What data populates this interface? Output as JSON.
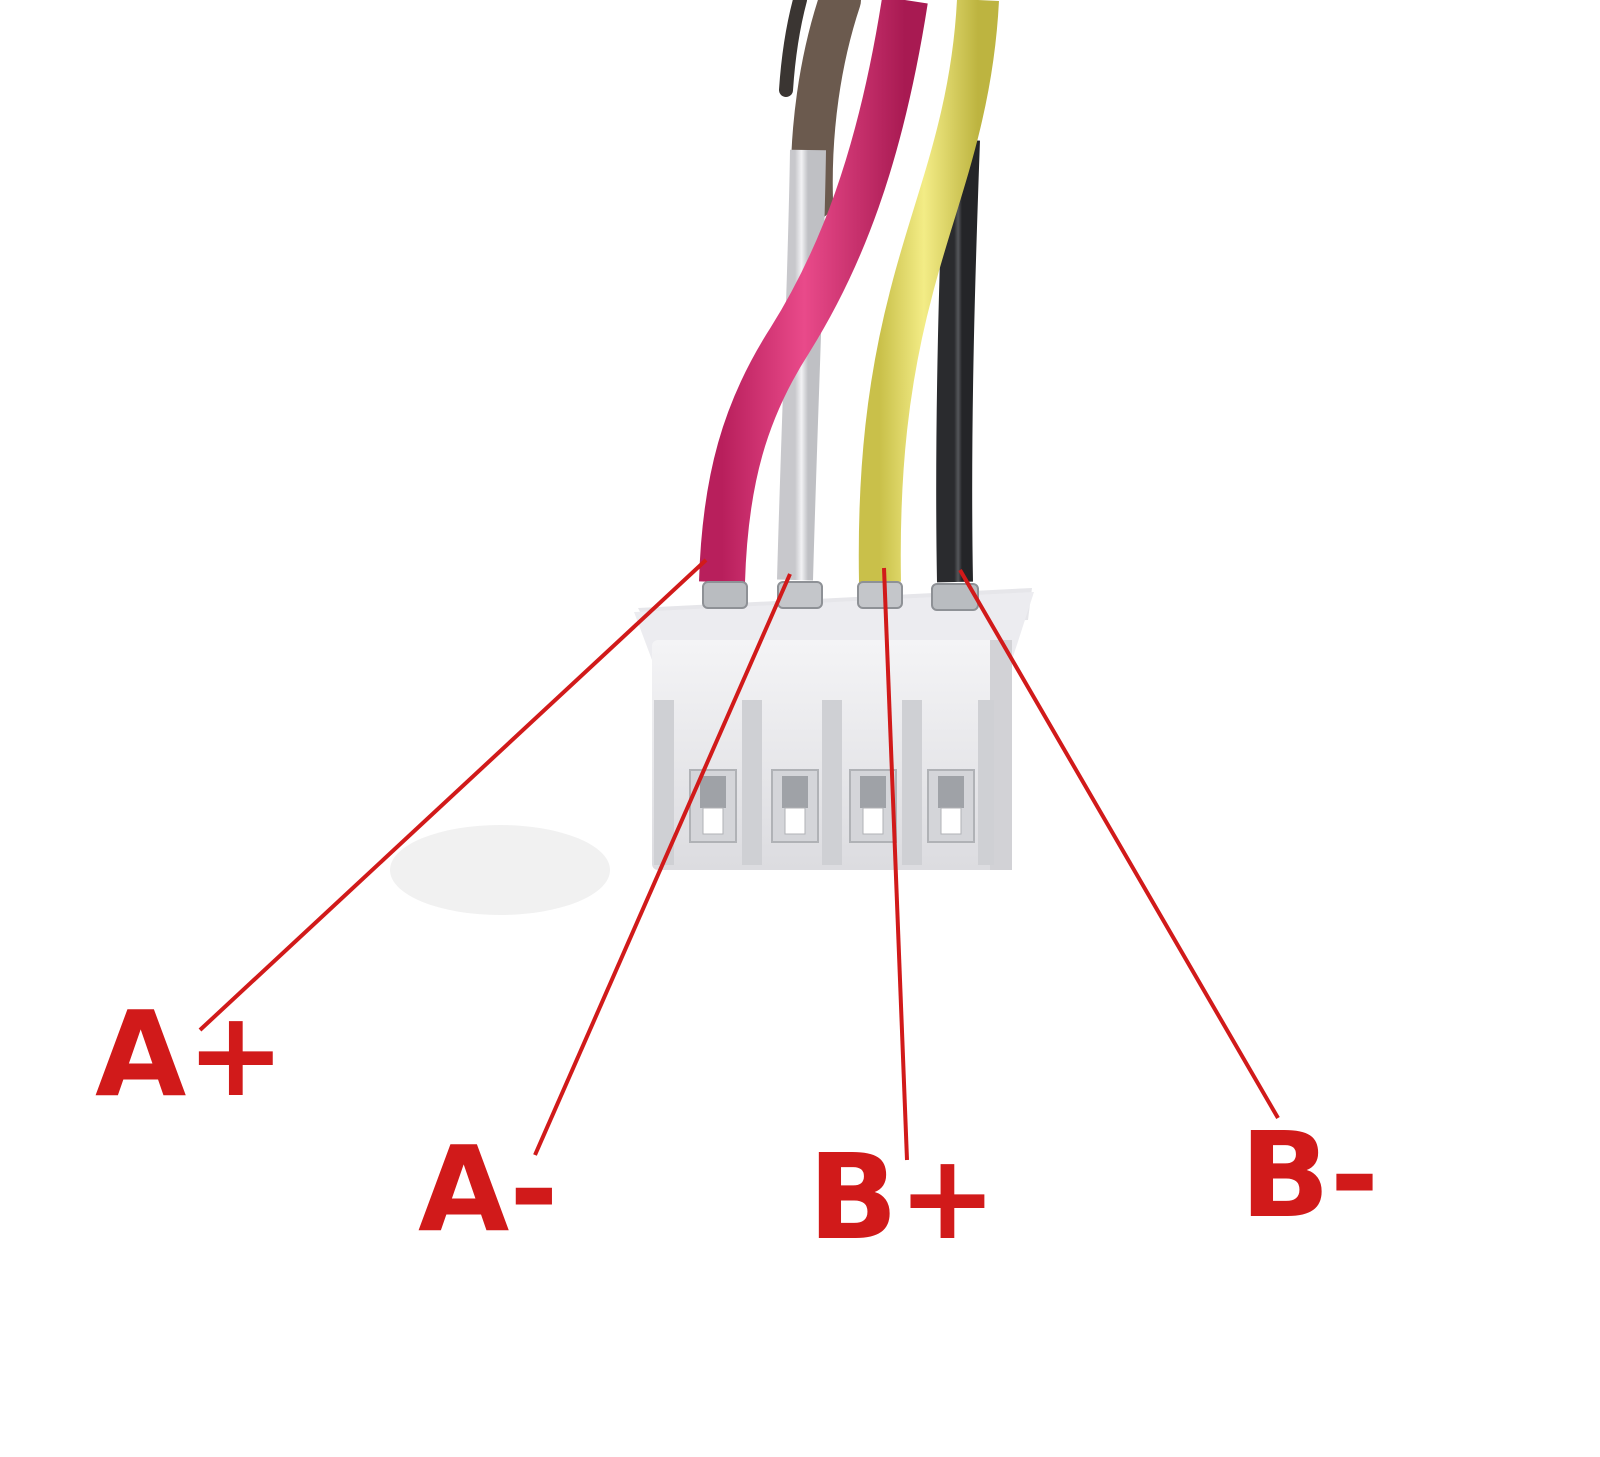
{
  "colors": {
    "annotation": "#d11a1a",
    "wire_pink": "#e0357a",
    "wire_white": "#e4e4e6",
    "wire_yellow": "#e8e06a",
    "wire_black": "#3c3d40",
    "wire_brown": "#6b5a4e",
    "connector_body": "#eeeef0",
    "contact_metal": "#b9bcc0"
  },
  "wires": [
    {
      "id": "pink",
      "pin": "A+"
    },
    {
      "id": "white",
      "pin": "A-"
    },
    {
      "id": "yellow",
      "pin": "B+"
    },
    {
      "id": "black",
      "pin": "B-"
    }
  ],
  "labels": [
    "A+",
    "A-",
    "B+",
    "B-"
  ]
}
